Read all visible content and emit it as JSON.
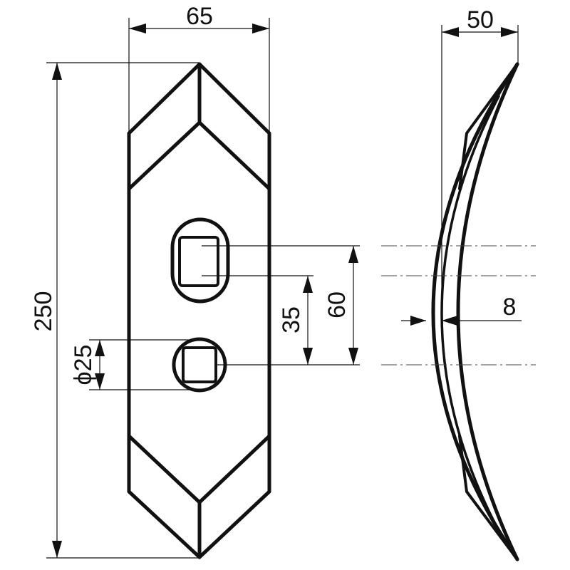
{
  "dimensions": {
    "width": "65",
    "length": "250",
    "curve_depth": "50",
    "hole_spacing": "35",
    "slot_spacing": "60",
    "thickness": "8",
    "hole_diameter": "ϕ25"
  }
}
